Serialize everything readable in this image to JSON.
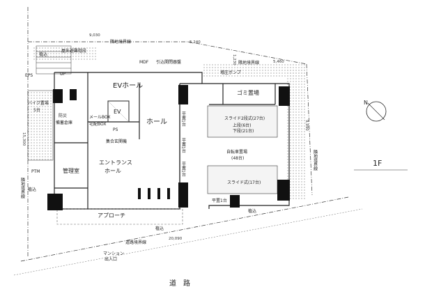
{
  "labels": {
    "ev_hall": "EVホール",
    "ev": "EV",
    "mail_box": "メールBOX",
    "delivery_box": "宅配BOX",
    "ps": "PS",
    "shared_control": "集合玄関機",
    "hall": "ホール",
    "entrance_hall_1": "エントランス",
    "entrance_hall_2": "ホール",
    "management": "管理室",
    "disaster_1": "防災",
    "disaster_2": "備蓄倉庫",
    "bike_1": "バイク置場",
    "bike_2": "5台",
    "ptm": "PTM",
    "approach": "アプローチ",
    "garbage": "ゴミ置場",
    "slide_2tier": "スライド2段式(27台)",
    "upper": "上段(6台)",
    "lower": "下段(21台)",
    "bicycle_1": "自転車置場",
    "bicycle_2": "(48台)",
    "slide": "スライド式(17台)",
    "flat_1": "平置1台",
    "flat_v1": "平置1台",
    "flat_v2": "平置1台",
    "flat_v3": "平置1台",
    "mansion_entrance_1": "マンション",
    "mansion_entrance_2": "出入口",
    "road": "道　路",
    "floor": "1F",
    "mdf": "MDF",
    "incoming": "引込開閉器盤",
    "outdoor_stair": "屋外避難階段",
    "pump": "増圧ポンプ",
    "up": "UP",
    "eps": "EPS",
    "planting_1": "植込",
    "planting_2": "植込",
    "planting_3": "植込",
    "planting_4": "植込",
    "north": "N",
    "bnd_top": "隣地境界線",
    "bnd_right": "隣地境界線",
    "bnd_top2": "隣地境界線",
    "bnd_left": "隣地境界線",
    "bnd_road": "道路境界線",
    "dim_9030": "9,030",
    "dim_5240": "5,240",
    "dim_5460": "5,460",
    "dim_9990": "9,990",
    "dim_15300": "15,300",
    "dim_20090": "20,090",
    "dim_1230": "1,230"
  }
}
